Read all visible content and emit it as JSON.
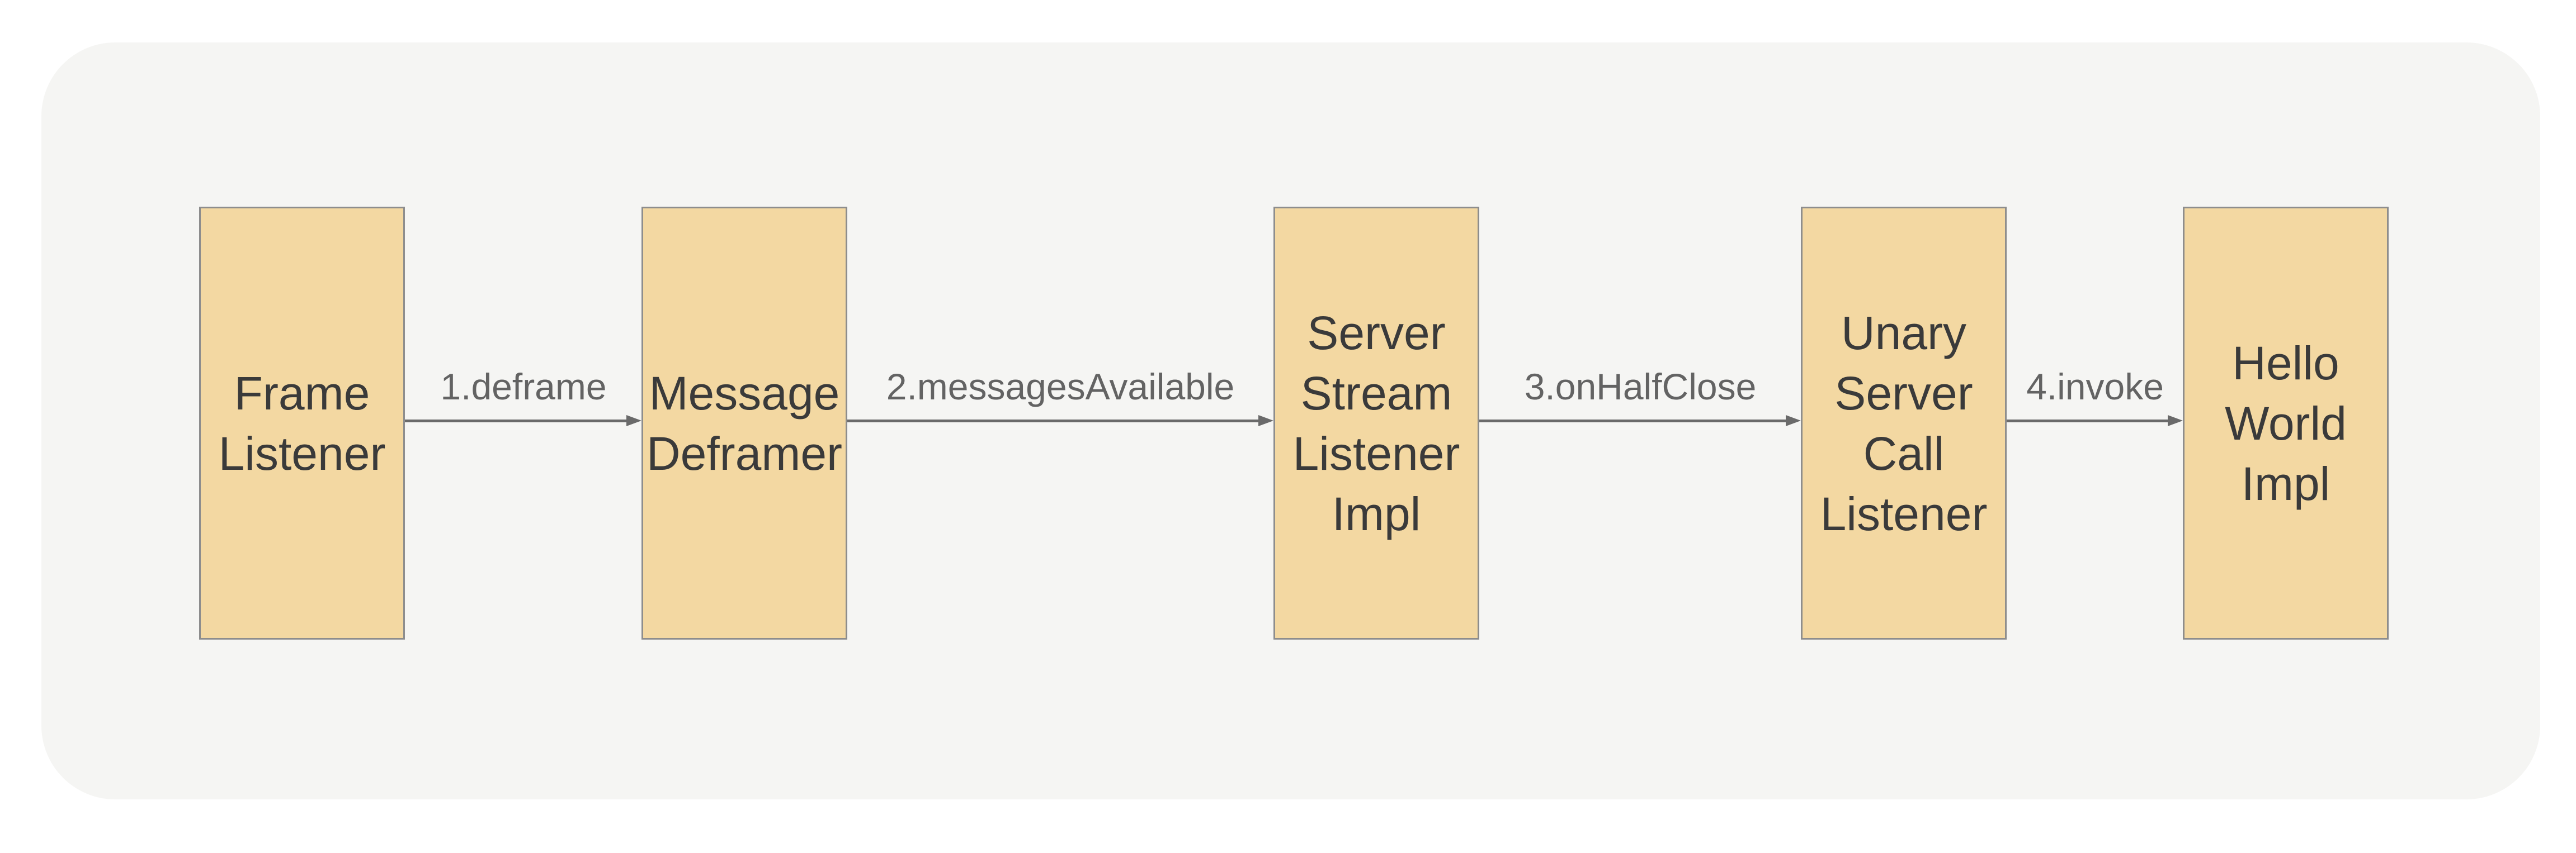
{
  "colors": {
    "page_background": "#ffffff",
    "panel_background": "#f5f5f3",
    "node_fill": "#f3d8a2",
    "node_border": "#8d8d8d",
    "node_text": "#3a3a3a",
    "edge_stroke": "#6a6a6a",
    "edge_label_text": "#636363"
  },
  "nodes": [
    {
      "id": "frame-listener",
      "label": "Frame\nListener"
    },
    {
      "id": "message-deframer",
      "label": "Message\nDeframer"
    },
    {
      "id": "server-stream-listener-impl",
      "label": "Server\nStream\nListener\nImpl"
    },
    {
      "id": "unary-server-call-listener",
      "label": "Unary\nServer\nCall\nListener"
    },
    {
      "id": "hello-world-impl",
      "label": "Hello\nWorld\nImpl"
    }
  ],
  "edges": [
    {
      "from": "frame-listener",
      "to": "message-deframer",
      "label": "1.deframe"
    },
    {
      "from": "message-deframer",
      "to": "server-stream-listener-impl",
      "label": "2.messagesAvailable"
    },
    {
      "from": "server-stream-listener-impl",
      "to": "unary-server-call-listener",
      "label": "3.onHalfClose"
    },
    {
      "from": "unary-server-call-listener",
      "to": "hello-world-impl",
      "label": "4.invoke"
    }
  ]
}
